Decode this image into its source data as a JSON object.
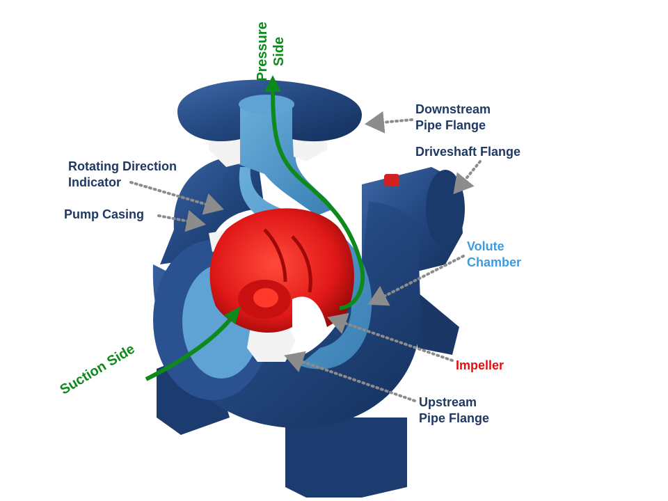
{
  "colors": {
    "label_navy": "#1f3864",
    "label_light_blue": "#3d9be0",
    "label_red": "#e01010",
    "flow_arrow_green": "#0e8a1c",
    "leader_gray": "#8c8c8c",
    "casing_blue": "#22467f",
    "volute_blue": "#4f97c8",
    "impeller_red": "#e01818"
  },
  "labels": {
    "pressure_side": [
      "Pressure",
      "Side"
    ],
    "downstream_pipe_flange": [
      "Downstream",
      "Pipe Flange"
    ],
    "driveshaft_flange": [
      "Driveshaft Flange"
    ],
    "rotating_direction_indicator": [
      "Rotating Direction",
      "Indicator"
    ],
    "pump_casing": [
      "Pump Casing"
    ],
    "volute_chamber": [
      "Volute",
      "Chamber"
    ],
    "impeller": [
      "Impeller"
    ],
    "upstream_pipe_flange": [
      "Upstream",
      "Pipe Flange"
    ],
    "suction_side": [
      "Suction Side"
    ]
  }
}
